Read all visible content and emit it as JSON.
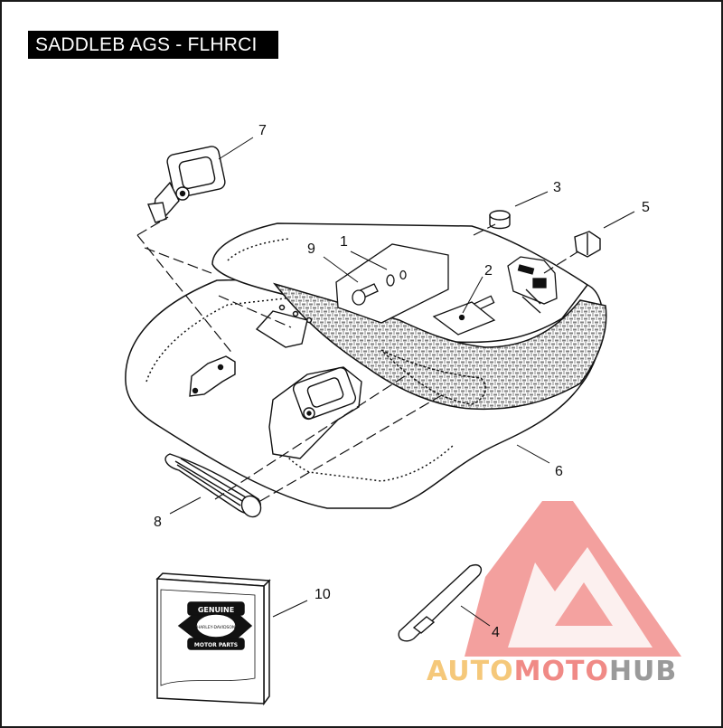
{
  "title": "SADDLEB AGS - FLHRCI",
  "callouts": [
    "1",
    "2",
    "3",
    "4",
    "5",
    "6",
    "7",
    "8",
    "9",
    "10"
  ],
  "package_labels": {
    "genuine": "GENUINE",
    "brand": "HARLEY-DAVIDSON",
    "motor_parts": "MOTOR PARTS"
  },
  "watermark": {
    "part1": "AUTO",
    "part2": "MOTO",
    "part3": "HUB",
    "colors": {
      "auto": "#f5c87a",
      "moto": "#f08a86",
      "hub": "#9a9a9a",
      "logo": "#ec6b67"
    }
  }
}
